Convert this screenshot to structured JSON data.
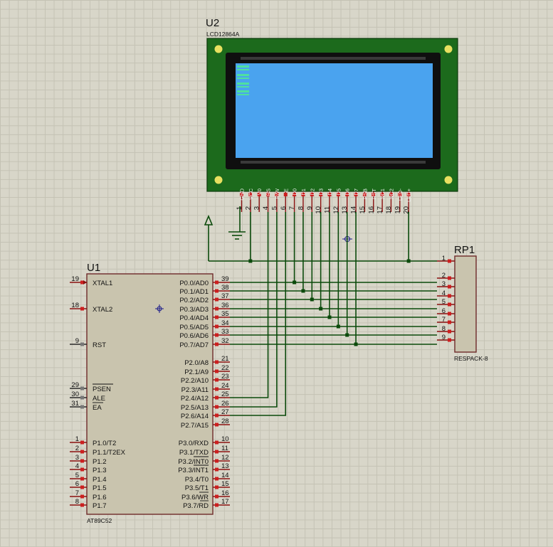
{
  "u2": {
    "ref": "U2",
    "part": "LCD12864A",
    "pins": [
      {
        "num": "1",
        "name": "GND"
      },
      {
        "num": "2",
        "name": "VCC"
      },
      {
        "num": "3",
        "name": "V0"
      },
      {
        "num": "4",
        "name": "RS"
      },
      {
        "num": "5",
        "name": "R/W"
      },
      {
        "num": "6",
        "name": "E"
      },
      {
        "num": "7",
        "name": "D0"
      },
      {
        "num": "8",
        "name": "D1"
      },
      {
        "num": "9",
        "name": "D2"
      },
      {
        "num": "10",
        "name": "D3"
      },
      {
        "num": "11",
        "name": "D4"
      },
      {
        "num": "12",
        "name": "D5"
      },
      {
        "num": "13",
        "name": "D6"
      },
      {
        "num": "14",
        "name": "D7"
      },
      {
        "num": "15",
        "name": "PSB"
      },
      {
        "num": "16",
        "name": "RST"
      },
      {
        "num": "17",
        "name": "NC1"
      },
      {
        "num": "18",
        "name": "NC2"
      },
      {
        "num": "19",
        "name": "LED-"
      },
      {
        "num": "20",
        "name": "LED+"
      }
    ],
    "colors": {
      "frame": "#1c6a1c",
      "bezel": "#0f0f0f",
      "screen": "#4aa3ef",
      "dots": "#4fe0a0"
    }
  },
  "u1": {
    "ref": "U1",
    "part": "AT89C52",
    "left_pins": [
      {
        "num": "19",
        "name": "XTAL1"
      },
      {
        "num": "18",
        "name": "XTAL2"
      },
      {
        "num": "9",
        "name": "RST"
      },
      {
        "num": "29",
        "name": "PSEN"
      },
      {
        "num": "30",
        "name": "ALE"
      },
      {
        "num": "31",
        "name": "EA"
      },
      {
        "num": "1",
        "name": "P1.0/T2"
      },
      {
        "num": "2",
        "name": "P1.1/T2EX"
      },
      {
        "num": "3",
        "name": "P1.2"
      },
      {
        "num": "4",
        "name": "P1.3"
      },
      {
        "num": "5",
        "name": "P1.4"
      },
      {
        "num": "6",
        "name": "P1.5"
      },
      {
        "num": "7",
        "name": "P1.6"
      },
      {
        "num": "8",
        "name": "P1.7"
      }
    ],
    "right_pins": [
      {
        "num": "39",
        "name": "P0.0/AD0"
      },
      {
        "num": "38",
        "name": "P0.1/AD1"
      },
      {
        "num": "37",
        "name": "P0.2/AD2"
      },
      {
        "num": "36",
        "name": "P0.3/AD3"
      },
      {
        "num": "35",
        "name": "P0.4/AD4"
      },
      {
        "num": "34",
        "name": "P0.5/AD5"
      },
      {
        "num": "33",
        "name": "P0.6/AD6"
      },
      {
        "num": "32",
        "name": "P0.7/AD7"
      },
      {
        "num": "21",
        "name": "P2.0/A8"
      },
      {
        "num": "22",
        "name": "P2.1/A9"
      },
      {
        "num": "23",
        "name": "P2.2/A10"
      },
      {
        "num": "24",
        "name": "P2.3/A11"
      },
      {
        "num": "25",
        "name": "P2.4/A12"
      },
      {
        "num": "26",
        "name": "P2.5/A13"
      },
      {
        "num": "27",
        "name": "P2.6/A14"
      },
      {
        "num": "28",
        "name": "P2.7/A15"
      },
      {
        "num": "10",
        "name": "P3.0/RXD"
      },
      {
        "num": "11",
        "name": "P3.1/TXD"
      },
      {
        "num": "12",
        "name": "P3.2/INT0"
      },
      {
        "num": "13",
        "name": "P3.3/INT1"
      },
      {
        "num": "14",
        "name": "P3.4/T0"
      },
      {
        "num": "15",
        "name": "P3.5/T1"
      },
      {
        "num": "16",
        "name": "P3.6/WR"
      },
      {
        "num": "17",
        "name": "P3.7/RD"
      }
    ],
    "colors": {
      "body": "#c9c4ae",
      "pin_active": "#cc1f1f",
      "pin_inactive": "#555555"
    }
  },
  "rp1": {
    "ref": "RP1",
    "part": "RESPACK-8",
    "pins": [
      "1",
      "2",
      "3",
      "4",
      "5",
      "6",
      "7",
      "8",
      "9"
    ]
  }
}
